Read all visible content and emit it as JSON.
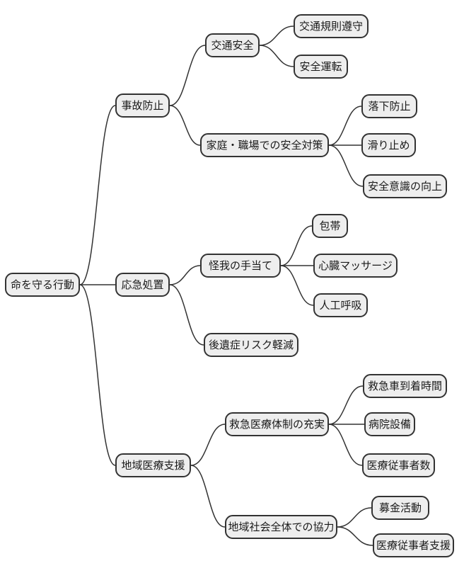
{
  "style": {
    "background": "#ffffff",
    "node_fill": "#eeeeee",
    "node_border": "#333333",
    "node_text": "#1a1a1a",
    "edge_color": "#333333"
  },
  "mindmap": {
    "type": "mindmap",
    "root": {
      "label": "命を守る行動",
      "children": [
        {
          "label": "事故防止",
          "children": [
            {
              "label": "交通安全",
              "children": [
                {
                  "label": "交通規則遵守"
                },
                {
                  "label": "安全運転"
                }
              ]
            },
            {
              "label": "家庭・職場での安全対策",
              "children": [
                {
                  "label": "落下防止"
                },
                {
                  "label": "滑り止め"
                },
                {
                  "label": "安全意識の向上"
                }
              ]
            }
          ]
        },
        {
          "label": "応急処置",
          "children": [
            {
              "label": "怪我の手当て",
              "children": [
                {
                  "label": "包帯"
                },
                {
                  "label": "心臓マッサージ"
                },
                {
                  "label": "人工呼吸"
                }
              ]
            },
            {
              "label": "後遺症リスク軽減"
            }
          ]
        },
        {
          "label": "地域医療支援",
          "children": [
            {
              "label": "救急医療体制の充実",
              "children": [
                {
                  "label": "救急車到着時間"
                },
                {
                  "label": "病院設備"
                },
                {
                  "label": "医療従事者数"
                }
              ]
            },
            {
              "label": "地域社会全体での協力",
              "children": [
                {
                  "label": "募金活動"
                },
                {
                  "label": "医療従事者支援"
                }
              ]
            }
          ]
        }
      ]
    }
  }
}
